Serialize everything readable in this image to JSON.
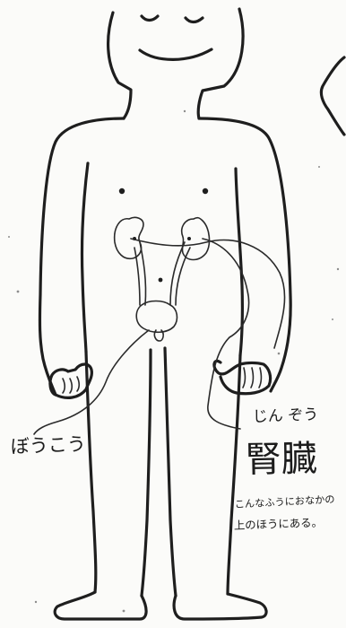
{
  "labels": {
    "bladder": "ぼうこう",
    "kidney_reading": "じん ぞう",
    "kidney_kanji": "腎臓",
    "note_line1": "こんなふうにおなかの",
    "note_line2": "上のほうにある。"
  },
  "colors": {
    "ink": "#1e1e1e",
    "paper": "#fbfbf9"
  }
}
